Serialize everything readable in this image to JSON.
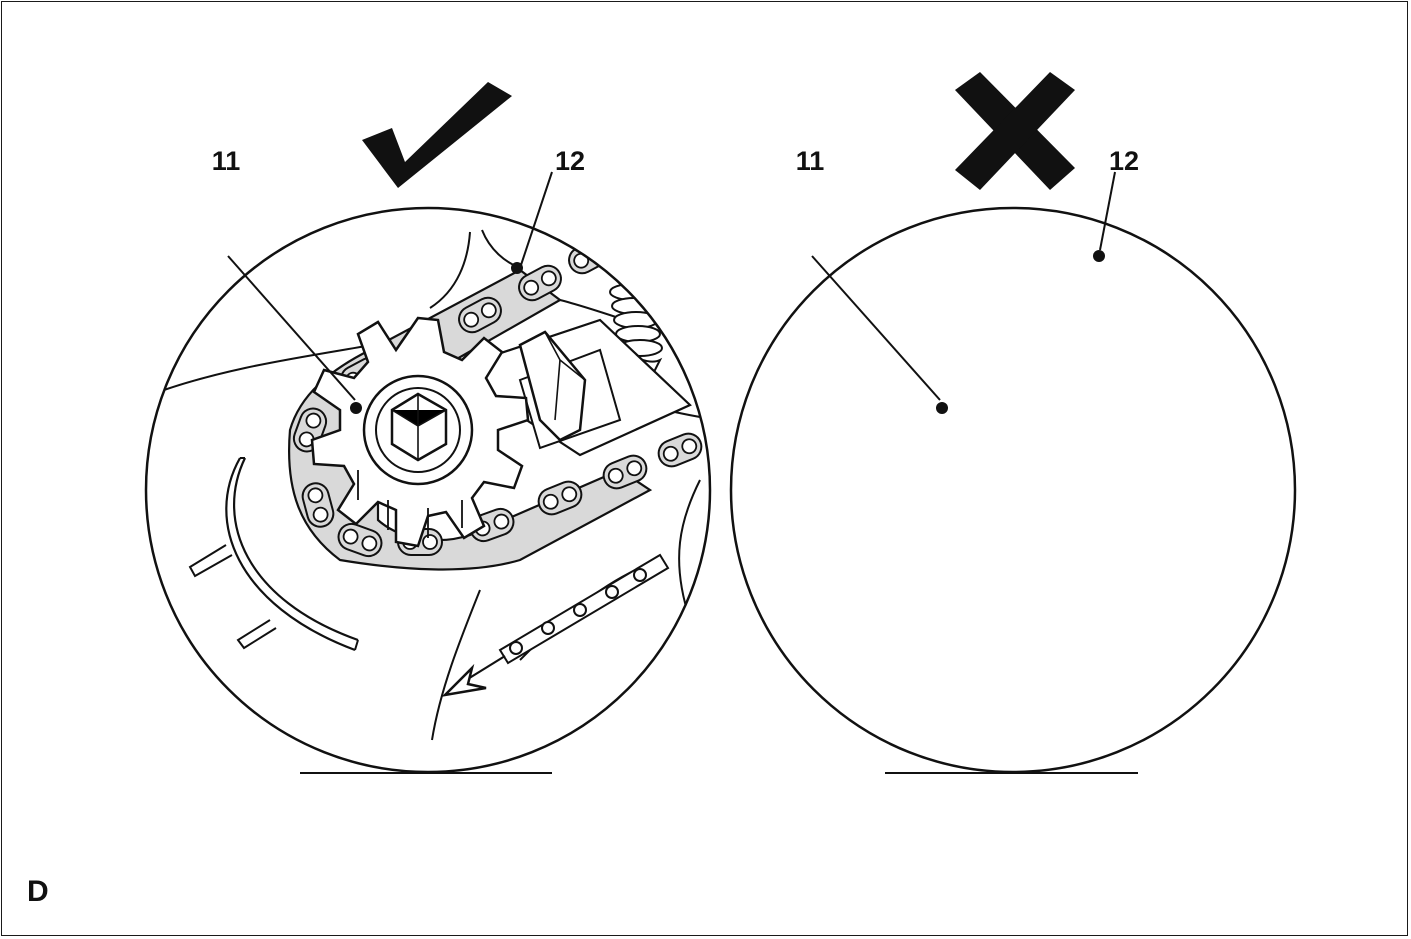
{
  "figure_letter": "D",
  "panels": [
    {
      "id": "correct",
      "indicator": "check-mark",
      "sprocket_label": "11",
      "chain_label": "12"
    },
    {
      "id": "incorrect",
      "indicator": "cross-mark",
      "sprocket_label": "11",
      "chain_label": "12"
    }
  ],
  "colors": {
    "line": "#111111",
    "chain_fill": "#d9d9d9",
    "background": "#ffffff"
  }
}
